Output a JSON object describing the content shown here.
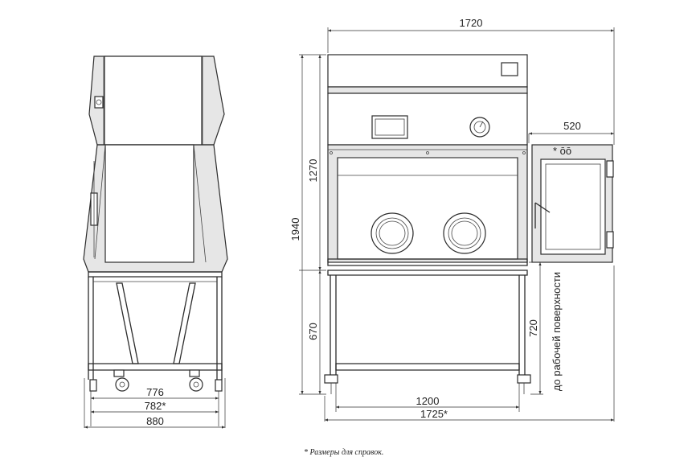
{
  "dimensions": {
    "side_776": "776",
    "side_782": "782*",
    "side_880": "880",
    "front_1720": "1720",
    "front_1270": "1270",
    "front_1940": "1940",
    "front_670": "670",
    "front_720": "720",
    "front_520": "520",
    "front_1200": "1200",
    "front_1725": "1725*"
  },
  "labels": {
    "work_surface": "до рабочей поверхности",
    "door_mark": "* ōō",
    "footnote": "* Размеры для справок."
  }
}
